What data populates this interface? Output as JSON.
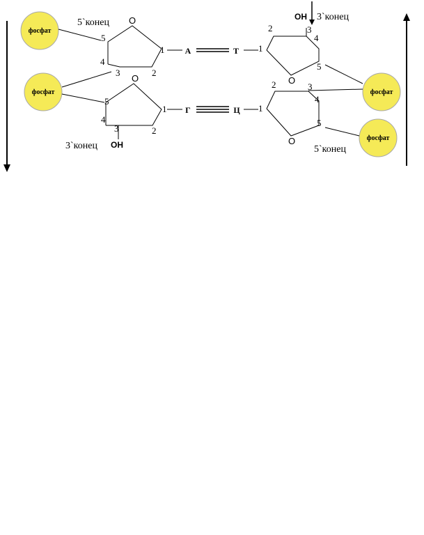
{
  "colors": {
    "phosphate_fill": "#f5ea57",
    "phosphate_stroke": "#a8a8a8",
    "line": "#000000",
    "background": "#ffffff"
  },
  "labels": {
    "phosphate": "фосфат",
    "ring_oxygen": "O",
    "hydroxyl": "OH",
    "end_5": "5`конец",
    "end_3": "3`конец"
  },
  "carbons": {
    "c1": "1",
    "c2": "2",
    "c3": "3",
    "c4": "4",
    "c5": "5"
  },
  "base_pairs": [
    {
      "left": "А",
      "right": "Т",
      "bond": "double"
    },
    {
      "left": "Г",
      "right": "Ц",
      "bond": "triple"
    }
  ],
  "strands": {
    "left": {
      "top_end": "5`конец",
      "bottom_end": "3`конец",
      "direction": "down"
    },
    "right": {
      "top_end": "3`конец",
      "bottom_end": "5`конец",
      "direction": "up"
    }
  }
}
